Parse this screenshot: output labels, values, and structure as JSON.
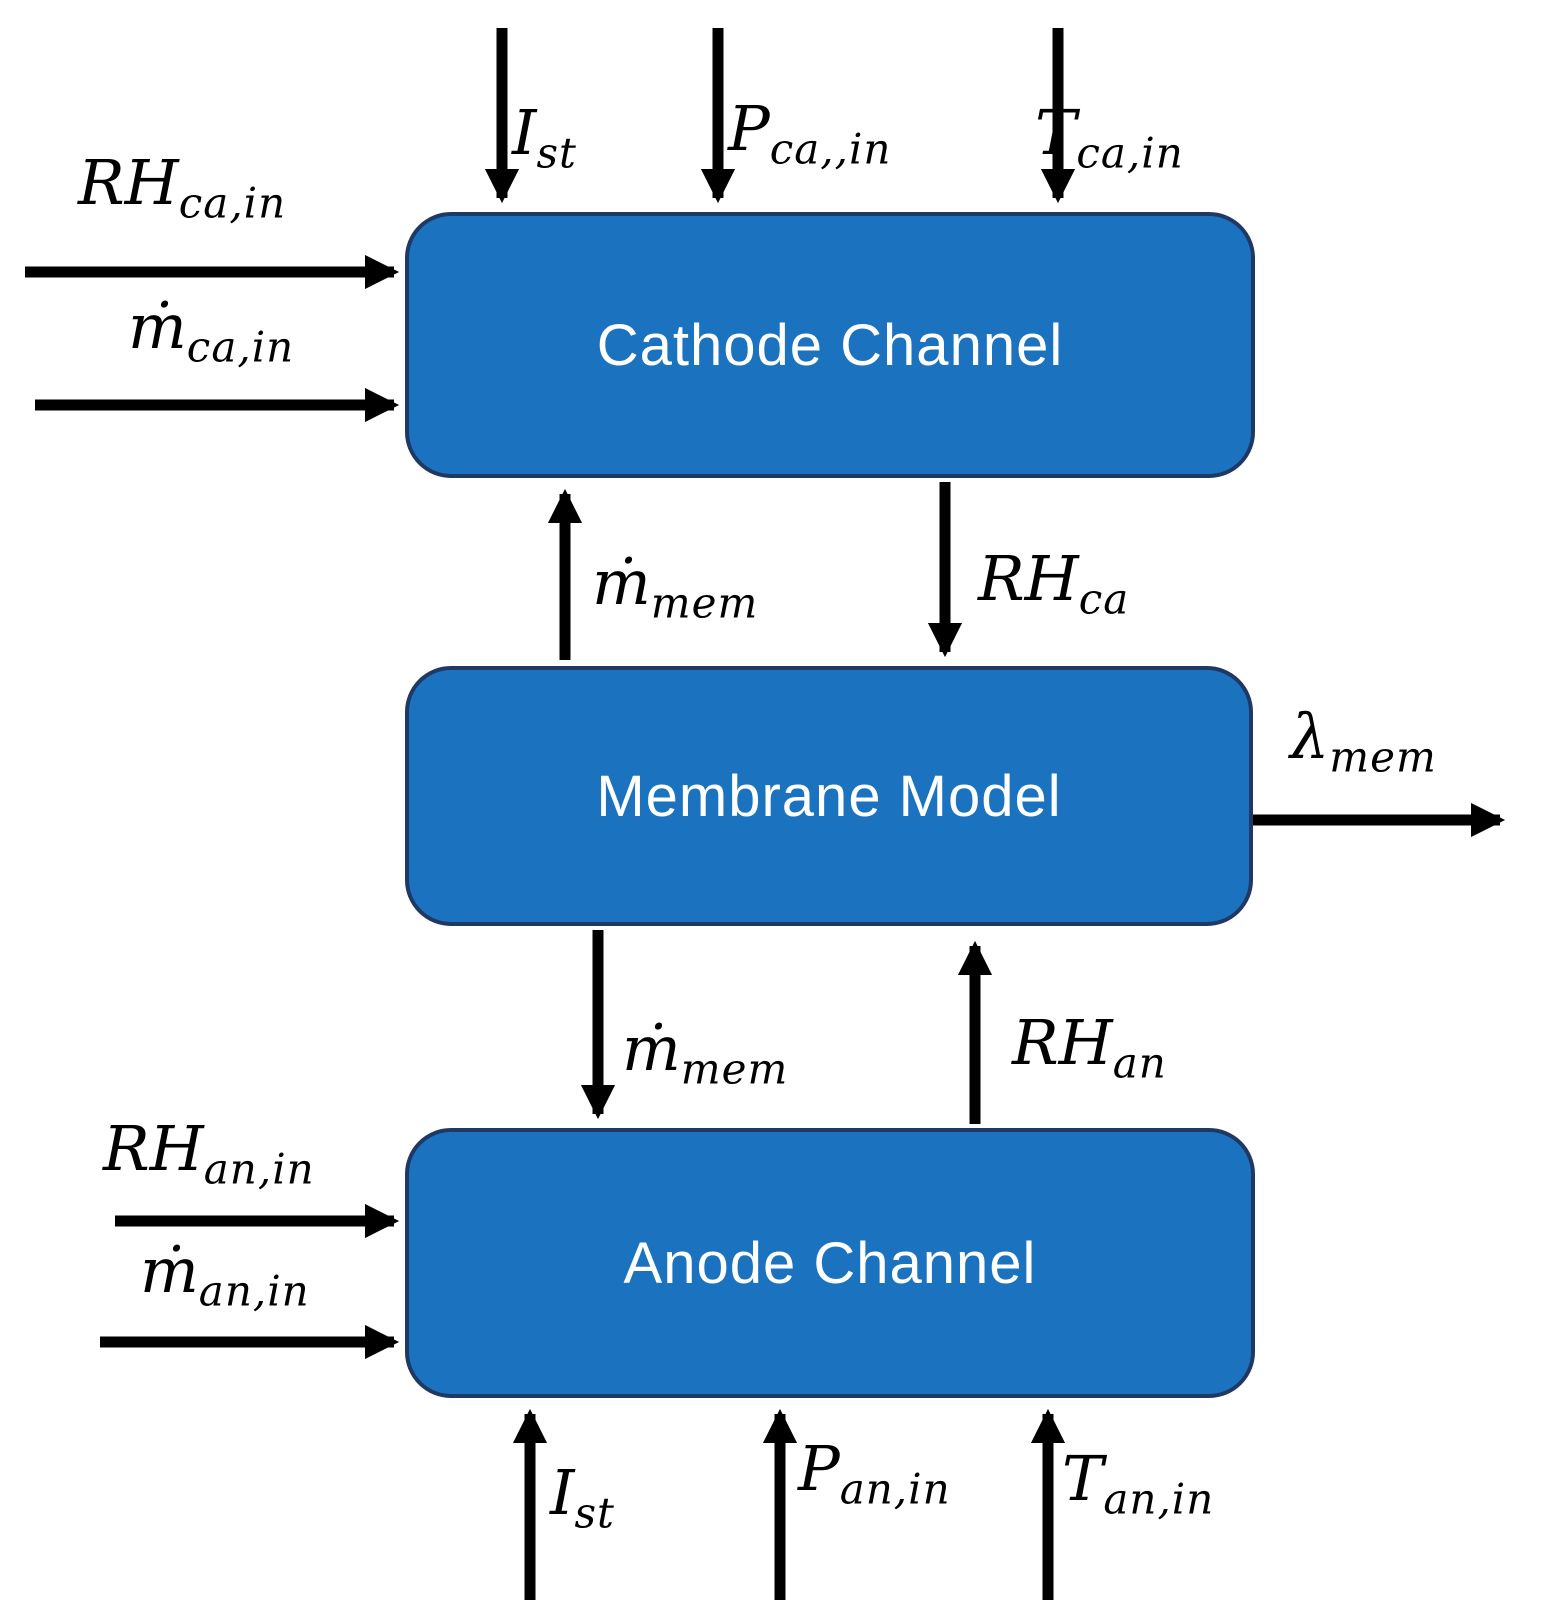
{
  "colors": {
    "block_fill": "#1b73c0",
    "block_border": "#1f3864",
    "title_color": "#ffffff",
    "arrow": "#000000"
  },
  "blocks": [
    {
      "id": "cathode",
      "label": "Cathode Channel"
    },
    {
      "id": "membrane",
      "label": "Membrane Model"
    },
    {
      "id": "anode",
      "label": "Anode Channel"
    }
  ],
  "signals": {
    "ist_top": {
      "main": "I",
      "sub": "st"
    },
    "pca_in_top": {
      "main": "P",
      "sub": "ca,,in"
    },
    "tca_in_top": {
      "main": "T",
      "sub": "ca,in"
    },
    "rh_ca_in": {
      "main": "RH",
      "sub": "ca,in"
    },
    "mdot_ca_in": {
      "main": "ṁ",
      "sub": "ca,in"
    },
    "mdot_mem_up": {
      "main": "ṁ",
      "sub": "mem"
    },
    "rh_ca": {
      "main": "RH",
      "sub": "ca"
    },
    "lambda_mem": {
      "main": "λ",
      "sub": "mem"
    },
    "mdot_mem_down": {
      "main": "ṁ",
      "sub": "mem"
    },
    "rh_an": {
      "main": "RH",
      "sub": "an"
    },
    "rh_an_in": {
      "main": "RH",
      "sub": "an,in"
    },
    "mdot_an_in": {
      "main": "ṁ",
      "sub": "an,in"
    },
    "ist_bottom": {
      "main": "I",
      "sub": "st"
    },
    "pan_in_bottom": {
      "main": "P",
      "sub": "an,in"
    },
    "tan_in_bottom": {
      "main": "T",
      "sub": "an,in"
    }
  }
}
